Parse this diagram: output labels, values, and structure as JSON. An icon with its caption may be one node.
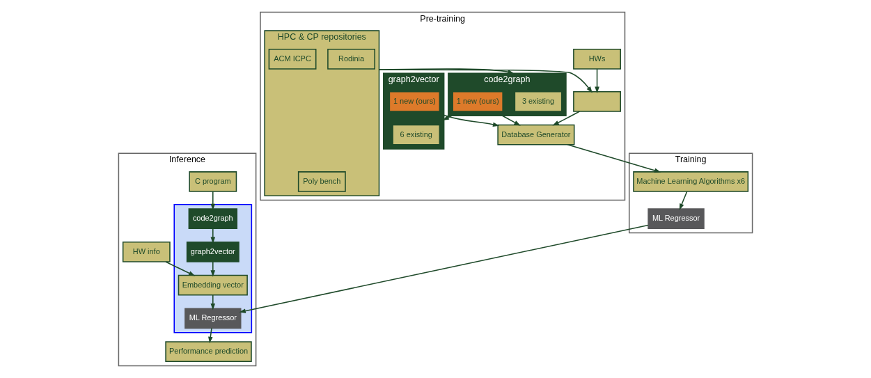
{
  "diagram": {
    "nodes": [
      {
        "text": [
          "Pre-training"
        ]
      },
      {
        "text": [
          "HPC & CP repositories"
        ],
        "in": 0
      },
      {
        "text": [
          "Poly bench"
        ],
        "in": 1
      },
      {
        "text": [
          "Rodinia"
        ],
        "in": 1
      },
      {
        "text": [
          "ACM ICPC"
        ],
        "in": 1
      },
      {
        "text": [
          "HWs"
        ],
        "in": 0
      },
      {
        "text": [],
        "shape": "box",
        "in": 0
      },
      {
        "text": [
          "code2graph"
        ],
        "in": 0
      },
      {
        "text": [
          "3 existing"
        ],
        "in": 7
      },
      {
        "text": [
          "1 new (ours)"
        ],
        "in": 7
      },
      {
        "text": [
          "graph2vector"
        ],
        "in": 0
      },
      {
        "text": [
          "6 existing"
        ],
        "in": 10
      },
      {
        "text": [
          "1 new (ours)"
        ],
        "in": 10
      },
      {
        "text": [
          "Database Generator"
        ],
        "in": 0
      },
      {
        "text": [
          "Training"
        ]
      },
      {
        "text": [
          "Machine Learning Algorithms x6"
        ],
        "in": 14
      },
      {
        "text": [
          "ML Regressor"
        ],
        "in": 14
      },
      {
        "text": [
          "Inference"
        ]
      },
      {
        "text": [
          "C program"
        ],
        "in": 17
      },
      {
        "text": [
          "HW info"
        ],
        "in": 17
      },
      {
        "text": [],
        "shape": "box",
        "in": 17
      },
      {
        "text": [
          "code2graph"
        ],
        "in": 20
      },
      {
        "text": [
          "graph2vector"
        ],
        "in": 20
      },
      {
        "text": [
          "Embedding vector"
        ],
        "in": 20
      },
      {
        "text": [
          "ML Regressor"
        ],
        "in": 20
      },
      {
        "text": [
          "Performance prediction"
        ],
        "in": 17
      }
    ],
    "edges": [
      {
        "from": 1,
        "to": 7,
        "arrow": "to"
      },
      {
        "from": 5,
        "to": 6,
        "arrow": "to"
      },
      {
        "from": 1,
        "to": 6,
        "arrow": "to"
      },
      {
        "from": 6,
        "to": 13,
        "arrow": "to"
      },
      {
        "from": 7,
        "to": 10,
        "arrow": "to"
      },
      {
        "from": 7,
        "to": 13,
        "arrow": "to"
      },
      {
        "from": 10,
        "to": 13,
        "arrow": "to"
      },
      {
        "from": 13,
        "to": 15,
        "arrow": "to"
      },
      {
        "from": 15,
        "to": 16,
        "arrow": "to"
      },
      {
        "from": 16,
        "to": 24,
        "arrow": "to"
      },
      {
        "from": 18,
        "to": 21,
        "arrow": "to"
      },
      {
        "from": 21,
        "to": 22,
        "arrow": "to"
      },
      {
        "from": 22,
        "to": 23,
        "arrow": "to"
      },
      {
        "from": 19,
        "to": 23,
        "arrow": "to"
      },
      {
        "from": 23,
        "to": 24,
        "arrow": "to"
      },
      {
        "from": 24,
        "to": 25,
        "arrow": "to"
      }
    ]
  }
}
